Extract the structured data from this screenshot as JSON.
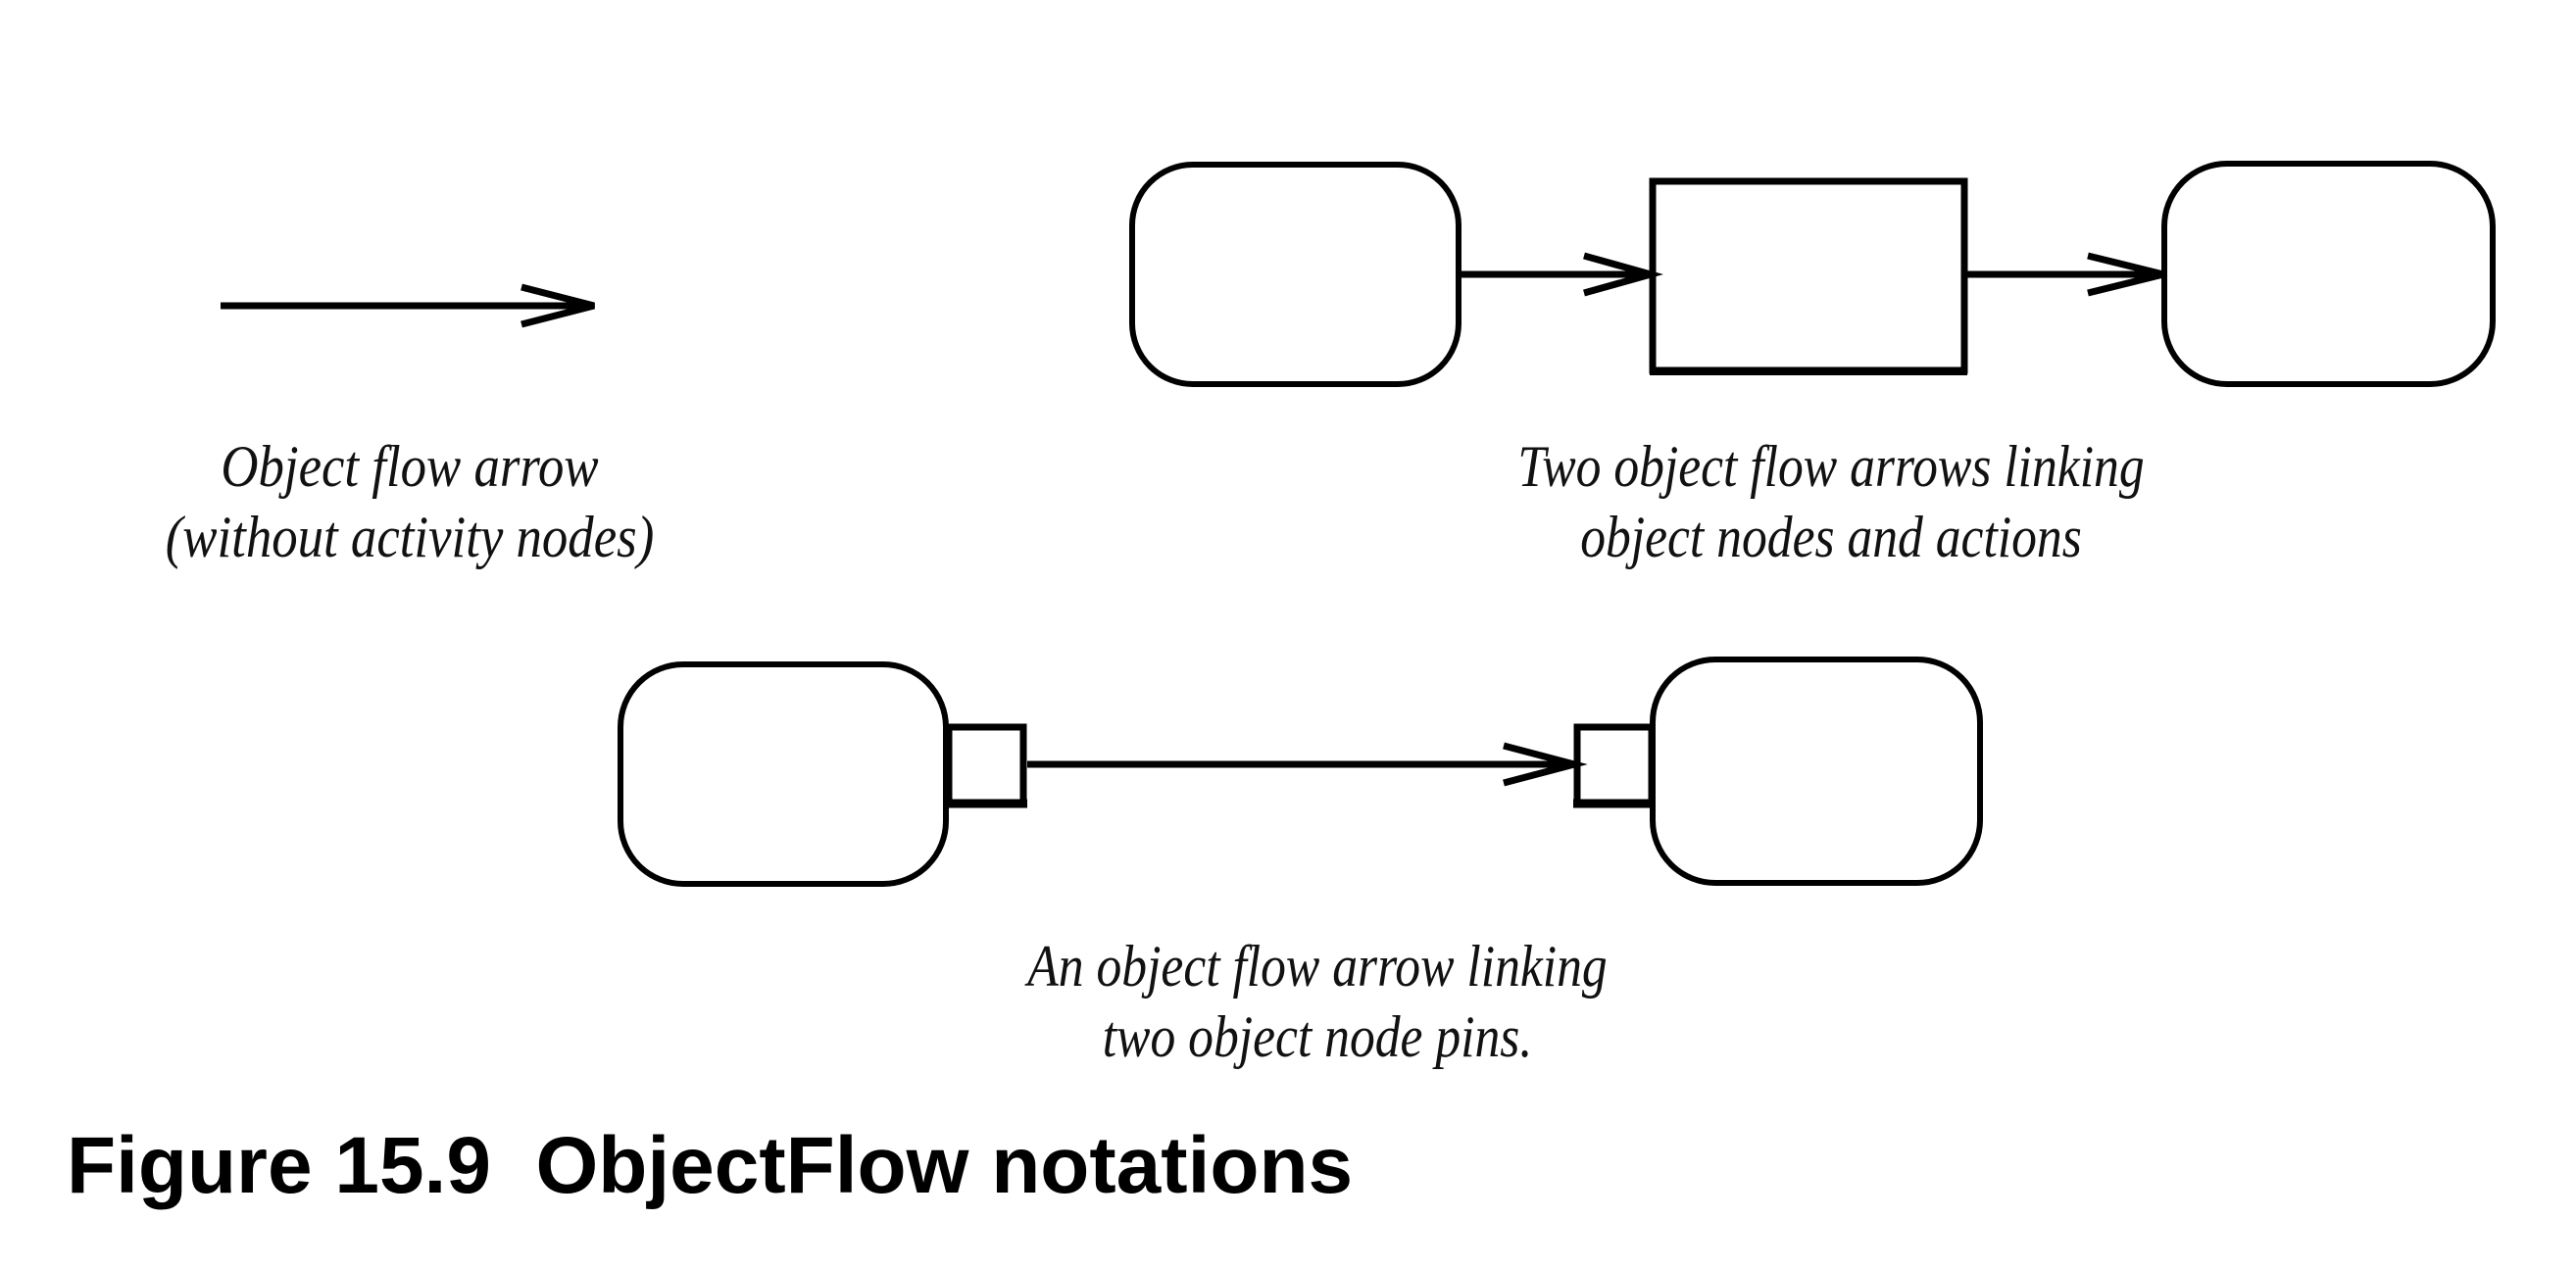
{
  "figure": {
    "title": "Figure 15.9  ObjectFlow notations",
    "stroke_color": "#000000",
    "background_color": "#ffffff"
  },
  "panels": {
    "standalone_arrow": {
      "caption_lines": [
        "Object flow arrow",
        "(without activity nodes)"
      ]
    },
    "nodes_and_actions": {
      "elements": [
        "object node",
        "action",
        "object node"
      ],
      "caption_lines": [
        "Two object flow arrows linking",
        "object nodes and actions"
      ]
    },
    "pins": {
      "elements": [
        "object node with output pin",
        "object node with input pin"
      ],
      "caption_lines": [
        "An object flow arrow linking",
        "two object node pins."
      ]
    }
  }
}
